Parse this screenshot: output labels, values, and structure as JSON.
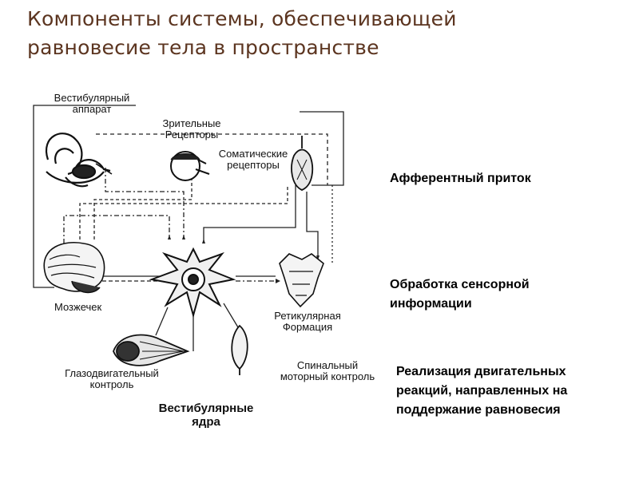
{
  "title": {
    "line1": "Компоненты системы, обеспечивающей",
    "line2": "равновесие  тела в пространстве"
  },
  "labels": {
    "vestibular_apparatus": [
      "Вестибулярный",
      "аппарат"
    ],
    "visual_receptors": [
      "Зрительные",
      "Рецепторы"
    ],
    "somatic_receptors": [
      "Соматические",
      "рецепторы"
    ],
    "cerebellum": "Мозжечек",
    "reticular_formation": [
      "Ретикулярная",
      "Формация"
    ],
    "oculomotor_control": [
      "Глазодвигательный",
      "контроль"
    ],
    "spinal_motor_control": [
      "Спинальный",
      "моторный контроль"
    ],
    "vestibular_nuclei": [
      "Вестибулярные",
      "ядра"
    ]
  },
  "side_notes": {
    "afferent": "Афферентный приток",
    "processing": [
      "Обработка сенсорной",
      "информации"
    ],
    "motor": [
      "Реализация двигательных",
      "реакций, направленных на",
      "поддержание равновесия"
    ]
  },
  "colors": {
    "title": "#5c3520",
    "lines": "#222222"
  }
}
